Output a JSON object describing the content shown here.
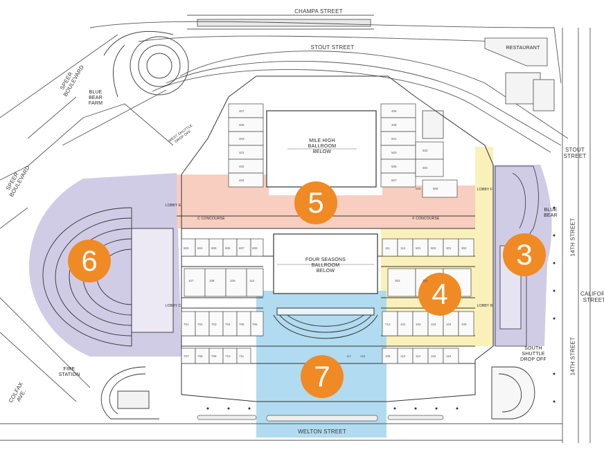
{
  "colors": {
    "zone_badge": "#f08a24",
    "zone_red": "#f7c9b9",
    "zone_purple": "#c8c3e2",
    "zone_yellow": "#f9f0b3",
    "zone_blue": "#a9d7ee",
    "line": "#444444"
  },
  "streets": {
    "champa": "CHAMPA STREET",
    "stout": "STOUT STREET",
    "stout_right": "STOUT\nSTREET",
    "welton": "WELTON STREET",
    "fourteenth_a": "14TH STREET",
    "fourteenth_b": "14TH STREET",
    "california": "CALIFORNIA\nSTREET",
    "speer_top": "SPEER\nBOULEVARD",
    "speer_left": "SPEER\nBOULEVARD",
    "colfax": "COLFAX AVE."
  },
  "labels": {
    "restaurant": "RESTAURANT",
    "blue_bear_farm": "BLUE\nBEAR\nFARM",
    "blue_bear": "BLUE\nBEAR",
    "mile_high": "MILE HIGH\nBALLROOM\nBELOW",
    "four_seasons": "FOUR SEASONS\nBALLROOM\nBELOW",
    "south_shuttle": "SOUTH SHUTTLE\nDROP OFF",
    "fire_station": "FIRE\nSTATION",
    "west_shuttle": "WEST SHUTTLE\nDROP OFF",
    "c_concourse": "C CONCOURSE",
    "f_concourse": "F CONCOURSE",
    "lobby_f": "LOBBY F",
    "lobby_b": "LOBBY B",
    "lobby_c": "LOBBY C",
    "lobby_e": "LOBBY E"
  },
  "zones": [
    {
      "id": "zone-5",
      "number": "5"
    },
    {
      "id": "zone-6",
      "number": "6"
    },
    {
      "id": "zone-3",
      "number": "3"
    },
    {
      "id": "zone-4",
      "number": "4"
    },
    {
      "id": "zone-7",
      "number": "7"
    }
  ],
  "rooms_top": [
    "407",
    "405",
    "403",
    "401",
    "402",
    "404",
    "406",
    "408",
    "501",
    "503",
    "505",
    "507",
    "502",
    "504",
    "506",
    "508"
  ],
  "rooms_mid": [
    "603",
    "604",
    "605",
    "606",
    "607",
    "608",
    "107",
    "108",
    "109",
    "110",
    "111",
    "112",
    "601",
    "602",
    "301",
    "302",
    "303",
    "304"
  ],
  "rooms_bottom": [
    "701",
    "702",
    "703",
    "704",
    "705",
    "706",
    "707",
    "708",
    "709",
    "710",
    "711",
    "712",
    "101",
    "102",
    "103",
    "104",
    "105",
    "106",
    "113",
    "114",
    "115",
    "116",
    "117",
    "118"
  ]
}
